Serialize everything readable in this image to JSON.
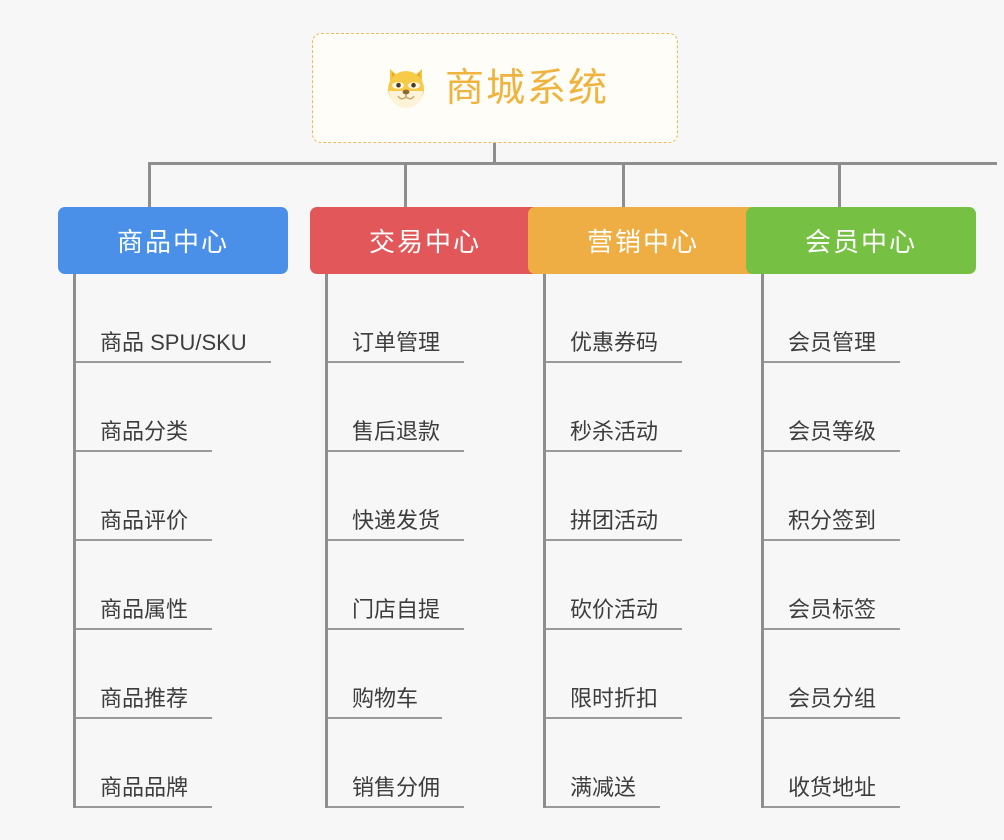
{
  "diagram": {
    "title": "商城系统",
    "root_icon": "shiba-dog-face-icon",
    "root_color": "#f0b33e",
    "background": "#f7f7f7",
    "connector_color": "#8e8e8e",
    "leaf_text_color": "#3d3d3d",
    "leaf_underline_color": "#9a9a9a"
  },
  "columns": [
    {
      "category": "商品中心",
      "color": "#4a90e8",
      "items": [
        "商品 SPU/SKU",
        "商品分类",
        "商品评价",
        "商品属性",
        "商品推荐",
        "商品品牌"
      ]
    },
    {
      "category": "交易中心",
      "color": "#e2585a",
      "items": [
        "订单管理",
        "售后退款",
        "快递发货",
        "门店自提",
        "购物车",
        "销售分佣"
      ]
    },
    {
      "category": "营销中心",
      "color": "#eeae43",
      "items": [
        "优惠券码",
        "秒杀活动",
        "拼团活动",
        "砍价活动",
        "限时折扣",
        "满减送"
      ]
    },
    {
      "category": "会员中心",
      "color": "#76c044",
      "items": [
        "会员管理",
        "会员等级",
        "积分签到",
        "会员标签",
        "会员分组",
        "收货地址"
      ]
    }
  ]
}
